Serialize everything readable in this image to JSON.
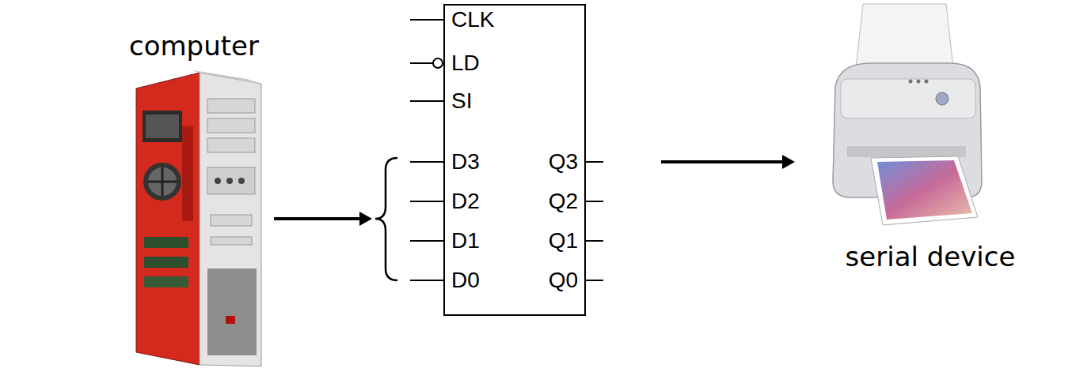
{
  "diagram": {
    "nodes": [
      {
        "text": [
          "computer"
        ]
      },
      {
        "text": [
          "CLK",
          "LD",
          "SI",
          "D3",
          "Q3",
          "D2",
          "Q2",
          "D1",
          "Q1",
          "D0",
          "Q0"
        ]
      },
      {
        "text": [
          "serial device"
        ]
      }
    ],
    "edges": [
      {
        "from": 0,
        "to": 1,
        "arrow": "to"
      },
      {
        "from": 1,
        "to": 2,
        "arrow": "to"
      }
    ]
  }
}
